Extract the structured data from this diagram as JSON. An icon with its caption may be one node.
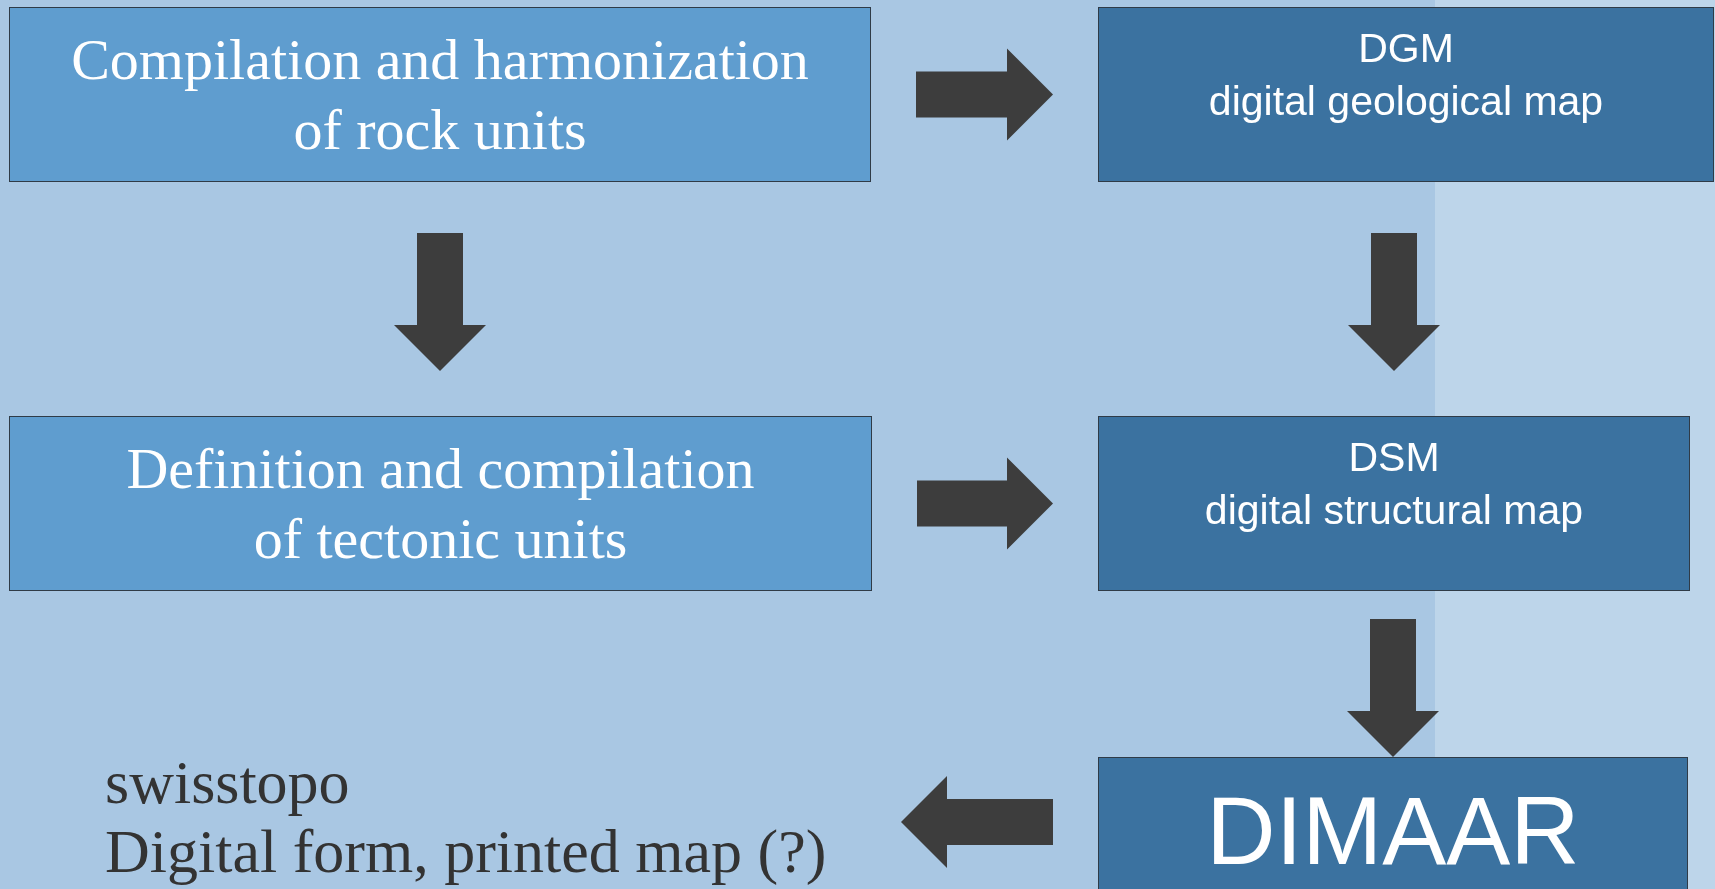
{
  "diagram": {
    "nodes": [
      {
        "text": [
          "Compilation and harmonization of rock units"
        ]
      },
      {
        "text": [
          "DGM",
          "digital geological map"
        ]
      },
      {
        "text": [
          "Definition and compilation of tectonic units"
        ]
      },
      {
        "text": [
          "DSM",
          "digital structural map"
        ]
      },
      {
        "text": [
          "DIMAAR"
        ]
      },
      {
        "text": [
          "swisstopo",
          "Digital form, printed map (?)"
        ]
      }
    ],
    "edges": [
      {
        "from": 0,
        "to": 1,
        "arrow": "to"
      },
      {
        "from": 0,
        "to": 2,
        "arrow": "to"
      },
      {
        "from": 1,
        "to": 3,
        "arrow": "to"
      },
      {
        "from": 2,
        "to": 3,
        "arrow": "to"
      },
      {
        "from": 3,
        "to": 4,
        "arrow": "to"
      },
      {
        "from": 4,
        "to": 5,
        "arrow": "to"
      }
    ]
  }
}
